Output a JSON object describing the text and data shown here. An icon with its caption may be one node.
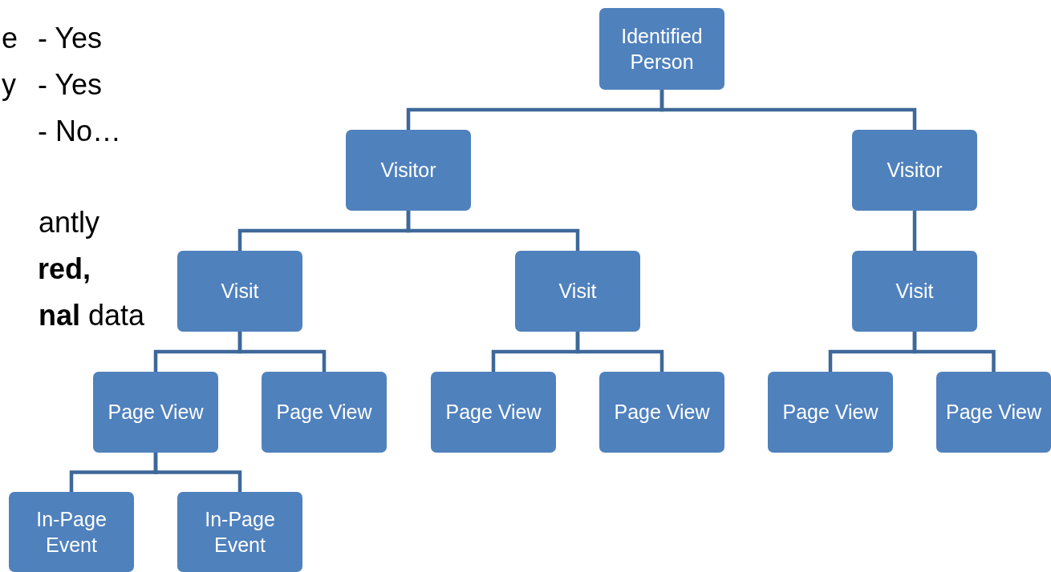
{
  "diagram": {
    "nodes": [
      {
        "text": [
          "Identified Person"
        ]
      },
      {
        "text": [
          "Visitor"
        ]
      },
      {
        "text": [
          "Visitor"
        ]
      },
      {
        "text": [
          "Visit"
        ]
      },
      {
        "text": [
          "Visit"
        ]
      },
      {
        "text": [
          "Visit"
        ]
      },
      {
        "text": [
          "Page View"
        ]
      },
      {
        "text": [
          "Page View"
        ]
      },
      {
        "text": [
          "Page View"
        ]
      },
      {
        "text": [
          "Page View"
        ]
      },
      {
        "text": [
          "Page View"
        ]
      },
      {
        "text": [
          "Page View"
        ]
      },
      {
        "text": [
          "In-Page Event"
        ]
      },
      {
        "text": [
          "In-Page Event"
        ]
      }
    ],
    "edges": [
      {
        "from": 0,
        "to": 1,
        "arrow": "none"
      },
      {
        "from": 0,
        "to": 2,
        "arrow": "none"
      },
      {
        "from": 1,
        "to": 3,
        "arrow": "none"
      },
      {
        "from": 1,
        "to": 4,
        "arrow": "none"
      },
      {
        "from": 2,
        "to": 5,
        "arrow": "none"
      },
      {
        "from": 3,
        "to": 6,
        "arrow": "none"
      },
      {
        "from": 3,
        "to": 7,
        "arrow": "none"
      },
      {
        "from": 4,
        "to": 8,
        "arrow": "none"
      },
      {
        "from": 4,
        "to": 9,
        "arrow": "none"
      },
      {
        "from": 5,
        "to": 10,
        "arrow": "none"
      },
      {
        "from": 5,
        "to": 11,
        "arrow": "none"
      },
      {
        "from": 6,
        "to": 12,
        "arrow": "none"
      },
      {
        "from": 6,
        "to": 13,
        "arrow": "none"
      }
    ],
    "labels": [
      "e",
      "- Yes",
      "y",
      "- Yes",
      "- No…",
      "antly",
      "red,",
      "**nal** data"
    ]
  }
}
